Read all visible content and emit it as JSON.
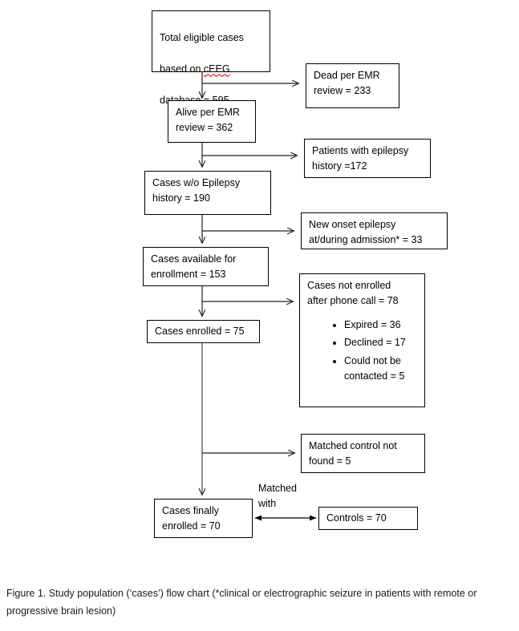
{
  "figure": {
    "caption": "Figure 1. Study population (‘cases’) flow chart (*clinical or electrographic seizure in patients with remote or progressive brain lesion)"
  },
  "chart_data": {
    "type": "diagram",
    "title": "Study population (‘cases’) flow chart",
    "nodes": [
      {
        "id": "total-eligible",
        "label": "Total eligible cases based on cEEG database = 595",
        "value": 595
      },
      {
        "id": "dead-emr",
        "label": "Dead per EMR review = 233",
        "value": 233
      },
      {
        "id": "alive-emr",
        "label": "Alive per EMR review = 362",
        "value": 362
      },
      {
        "id": "epilepsy-history",
        "label": "Patients with epilepsy history =172",
        "value": 172
      },
      {
        "id": "cases-wo-epilepsy",
        "label": "Cases w/o Epilepsy history = 190",
        "value": 190
      },
      {
        "id": "new-onset-epilepsy",
        "label": "New onset epilepsy at/during admission* = 33",
        "value": 33
      },
      {
        "id": "cases-available",
        "label": "Cases available for enrollment = 153",
        "value": 153
      },
      {
        "id": "cases-not-enrolled",
        "label": "Cases not enrolled after phone call = 78",
        "value": 78
      },
      {
        "id": "cases-enrolled",
        "label": "Cases enrolled = 75",
        "value": 75
      },
      {
        "id": "matched-control-not-found",
        "label": "Matched control not found = 5",
        "value": 5
      },
      {
        "id": "cases-finally-enrolled",
        "label": "Cases finally enrolled = 70",
        "value": 70
      },
      {
        "id": "controls",
        "label": "Controls = 70",
        "value": 70
      }
    ],
    "edges": [
      {
        "from": "total-eligible",
        "to": "dead-emr",
        "label": ""
      },
      {
        "from": "total-eligible",
        "to": "alive-emr",
        "label": ""
      },
      {
        "from": "alive-emr",
        "to": "epilepsy-history",
        "label": ""
      },
      {
        "from": "alive-emr",
        "to": "cases-wo-epilepsy",
        "label": ""
      },
      {
        "from": "cases-wo-epilepsy",
        "to": "new-onset-epilepsy",
        "label": ""
      },
      {
        "from": "cases-wo-epilepsy",
        "to": "cases-available",
        "label": ""
      },
      {
        "from": "cases-available",
        "to": "cases-not-enrolled",
        "label": ""
      },
      {
        "from": "cases-available",
        "to": "cases-enrolled",
        "label": ""
      },
      {
        "from": "cases-enrolled",
        "to": "matched-control-not-found",
        "label": ""
      },
      {
        "from": "cases-enrolled",
        "to": "cases-finally-enrolled",
        "label": ""
      },
      {
        "from": "cases-finally-enrolled",
        "to": "controls",
        "label": "Matched with",
        "bidirectional": true
      }
    ]
  },
  "boxes": {
    "total_eligible": "Total eligible cases\nbased on cEEG\ndatabase = 595",
    "total_eligible_line1": "Total eligible cases",
    "total_eligible_line2_pre": "based on ",
    "total_eligible_line2_term": "cEEG",
    "total_eligible_line3": "database = 595",
    "dead_emr": "Dead per EMR\nreview = 233",
    "alive_emr": "Alive per EMR\nreview = 362",
    "epilepsy_history": "Patients with epilepsy\nhistory =172",
    "cases_wo_epilepsy": "Cases w/o Epilepsy\nhistory = 190",
    "new_onset_epilepsy": "New onset epilepsy\nat/during admission* = 33",
    "cases_available": "Cases available for\nenrollment = 153",
    "cases_not_enrolled_heading": "Cases not enrolled\nafter phone call = 78",
    "cases_not_enrolled_bullets": [
      "Expired = 36",
      "Declined = 17",
      "Could not be\ncontacted = 5"
    ],
    "cases_enrolled": "Cases enrolled = 75",
    "matched_control_not_found": "Matched control not\nfound = 5",
    "cases_finally_enrolled": "Cases finally\nenrolled = 70",
    "controls": "Controls = 70"
  },
  "edge_labels": {
    "matched_with": "Matched\nwith"
  },
  "colors": {
    "stroke": "#000000",
    "background": "#ffffff",
    "text": "#000000",
    "spellcheck_underline": "#e03030"
  }
}
